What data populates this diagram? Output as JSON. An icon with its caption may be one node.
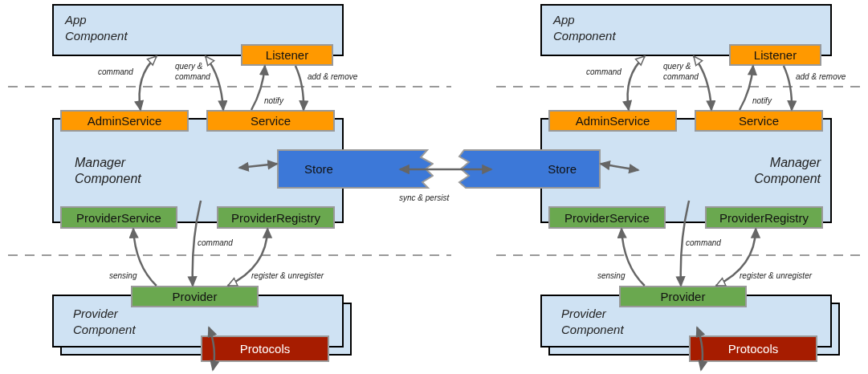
{
  "diagram": {
    "nodes": [
      {
        "text": [
          "App Component"
        ]
      },
      {
        "text": [
          "Listener"
        ]
      },
      {
        "text": [
          "Manager Component"
        ]
      },
      {
        "text": [
          "AdminService"
        ]
      },
      {
        "text": [
          "Service"
        ]
      },
      {
        "text": [
          "Store"
        ]
      },
      {
        "text": [
          "ProviderService"
        ]
      },
      {
        "text": [
          "ProviderRegistry"
        ]
      },
      {
        "text": [
          "Provider Component"
        ]
      },
      {
        "text": [
          "Provider"
        ]
      },
      {
        "text": [
          "Protocols"
        ]
      },
      {
        "text": [
          "App Component"
        ]
      },
      {
        "text": [
          "Listener"
        ]
      },
      {
        "text": [
          "Manager Component"
        ]
      },
      {
        "text": [
          "AdminService"
        ]
      },
      {
        "text": [
          "Service"
        ]
      },
      {
        "text": [
          "Store"
        ]
      },
      {
        "text": [
          "ProviderService"
        ]
      },
      {
        "text": [
          "ProviderRegistry"
        ]
      },
      {
        "text": [
          "Provider Component"
        ]
      },
      {
        "text": [
          "Provider"
        ]
      },
      {
        "text": [
          "Protocols"
        ]
      }
    ],
    "edges": [
      {
        "from": 3,
        "to": 0,
        "label": "command",
        "arrow": "both"
      },
      {
        "from": 4,
        "to": 0,
        "label": "query & command",
        "arrow": "both"
      },
      {
        "from": 4,
        "to": 1,
        "label": "notify",
        "arrow": "to"
      },
      {
        "from": 1,
        "to": 4,
        "label": "add & remove",
        "arrow": "to"
      },
      {
        "from": 2,
        "to": 5,
        "arrow": "both"
      },
      {
        "from": 5,
        "to": 16,
        "label": "sync & persist",
        "arrow": "both"
      },
      {
        "from": 9,
        "to": 6,
        "label": "sensing",
        "arrow": "to"
      },
      {
        "from": 2,
        "to": 9,
        "label": "command",
        "arrow": "to"
      },
      {
        "from": 9,
        "to": 7,
        "label": "register & unregister",
        "arrow": "both"
      },
      {
        "from": 8,
        "to": 10,
        "arrow": "both"
      },
      {
        "from": 14,
        "to": 11,
        "label": "command",
        "arrow": "both"
      },
      {
        "from": 15,
        "to": 11,
        "label": "query & command",
        "arrow": "both"
      },
      {
        "from": 15,
        "to": 12,
        "label": "notify",
        "arrow": "to"
      },
      {
        "from": 12,
        "to": 15,
        "label": "add & remove",
        "arrow": "to"
      },
      {
        "from": 13,
        "to": 16,
        "arrow": "both"
      },
      {
        "from": 20,
        "to": 17,
        "label": "sensing",
        "arrow": "to"
      },
      {
        "from": 13,
        "to": 20,
        "label": "command",
        "arrow": "to"
      },
      {
        "from": 20,
        "to": 18,
        "label": "register & unregister",
        "arrow": "both"
      },
      {
        "from": 19,
        "to": 21,
        "arrow": "both"
      }
    ]
  }
}
